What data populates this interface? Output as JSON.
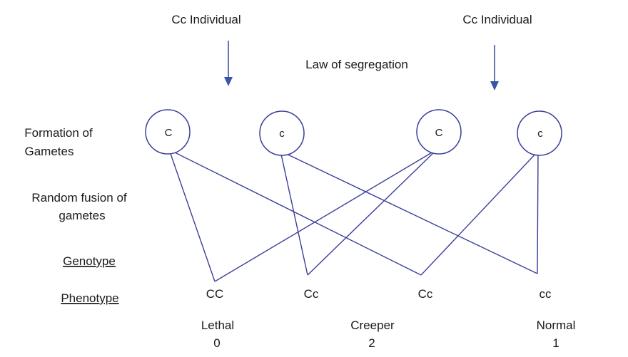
{
  "top": {
    "left_individual": "Cc Individual",
    "right_individual": "Cc Individual",
    "law": "Law of segregation"
  },
  "row_labels": {
    "formation_line1": "Formation of",
    "formation_line2": "Gametes",
    "fusion_line1": "Random fusion of",
    "fusion_line2": "gametes",
    "genotype": "Genotype",
    "phenotype": "Phenotype"
  },
  "gametes": [
    "C",
    "c",
    "C",
    "c"
  ],
  "genotypes": [
    "CC",
    "Cc",
    "Cc",
    "cc"
  ],
  "phenotypes": [
    {
      "name": "Lethal",
      "ratio": "0"
    },
    {
      "name": "Creeper",
      "ratio": "2"
    },
    {
      "name": "Normal",
      "ratio": "1"
    }
  ],
  "colors": {
    "line": "#3a3f9a",
    "arrow": "#3a55a8",
    "text": "#1a1a1a"
  }
}
